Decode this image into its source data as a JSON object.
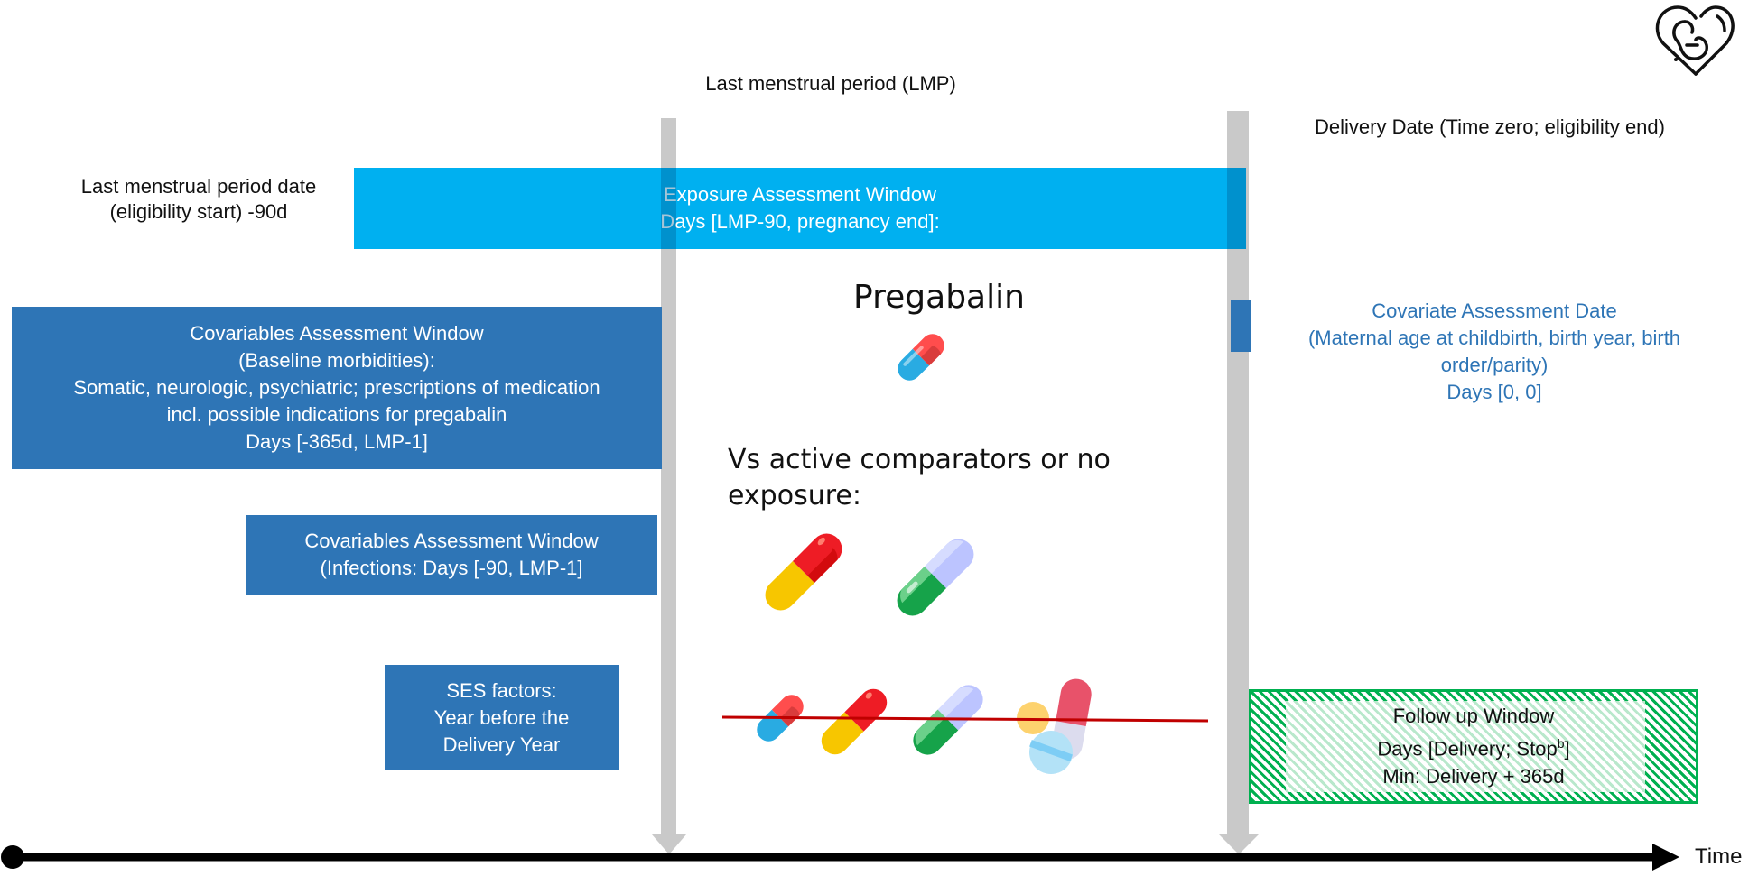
{
  "diagram": {
    "top_labels": {
      "lmp": "Last menstrual period (LMP)",
      "delivery": "Delivery Date (Time zero; eligibility end)",
      "eligibility_start_line1": "Last menstrual period date",
      "eligibility_start_line2": "(eligibility start) -90d"
    },
    "exposure_window": {
      "line1": "Exposure Assessment Window",
      "line2": "Days [LMP-90, pregnancy end]:",
      "color": "#00b0f0"
    },
    "baseline_window": {
      "line1": "Covariables Assessment Window",
      "line2": "(Baseline morbidities):",
      "line3": "Somatic, neurologic, psychiatric; prescriptions of medication",
      "line4": "incl. possible indications for pregabalin",
      "line5": "Days [-365d, LMP-1]",
      "color": "#2e75b6"
    },
    "infection_window": {
      "line1": "Covariables Assessment Window",
      "line2": "(Infections: Days [-90, LMP-1]"
    },
    "ses_window": {
      "line1": "SES factors:",
      "line2": "Year before the",
      "line3": "Delivery Year"
    },
    "covariate_date": {
      "line1": "Covariate Assessment Date",
      "line2": "(Maternal age at childbirth, birth year, birth",
      "line3": "order/parity)",
      "line4": "Days [0, 0]"
    },
    "followup_window": {
      "line1": "Follow up Window",
      "line2_prefix": "Days [Delivery; Stop",
      "line2_sup": "b",
      "line2_suffix": "]",
      "line3": "Min: Delivery + 365d",
      "color": "#00b050"
    },
    "exposure_label": "Pregabalin",
    "comparator_label_line1": "Vs active comparators or no",
    "comparator_label_line2": "exposure:",
    "axis_label": "Time",
    "icons": [
      "pregnancy-heart-icon",
      "pill-icon"
    ]
  }
}
